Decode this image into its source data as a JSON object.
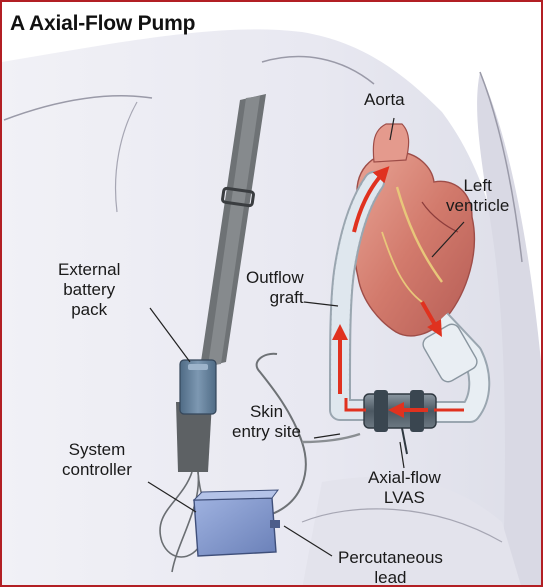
{
  "figure": {
    "title": "A  Axial-Flow Pump",
    "colors": {
      "border": "#b21f24",
      "skin": "#eaeaf2",
      "skin_outline": "#8c8c9c",
      "strap": "#7a7d80",
      "battery": "#5f7a93",
      "controller": "#7d93c9",
      "heart": "#d8867a",
      "graft": "#d9e2ea",
      "pump": "#5a6670",
      "flow_arrow": "#e0321f"
    },
    "labels": {
      "aorta": "Aorta",
      "left_ventricle": [
        "Left",
        "ventricle"
      ],
      "outflow_graft": [
        "Outflow",
        "graft"
      ],
      "external_battery": [
        "External",
        "battery",
        "pack"
      ],
      "skin_entry": [
        "Skin",
        "entry site"
      ],
      "system_controller": [
        "System",
        "controller"
      ],
      "axial_flow": [
        "Axial-flow",
        "LVAS"
      ],
      "percutaneous": [
        "Percutaneous",
        "lead"
      ]
    }
  }
}
